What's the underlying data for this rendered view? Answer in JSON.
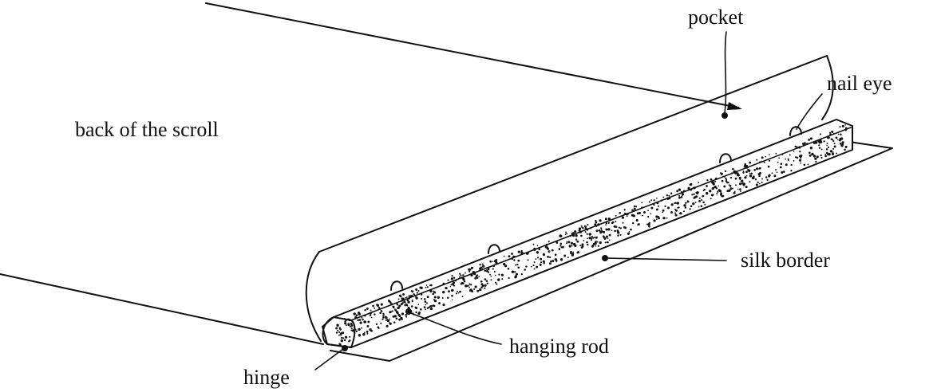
{
  "labels": {
    "back": "back of the scroll",
    "pocket": "pocket",
    "nail_eye": "nail eye",
    "silk_border": "silk border",
    "hanging_rod": "hanging rod",
    "hinge": "hinge"
  },
  "colors": {
    "ink": "#111111",
    "paper": "#ffffff"
  }
}
